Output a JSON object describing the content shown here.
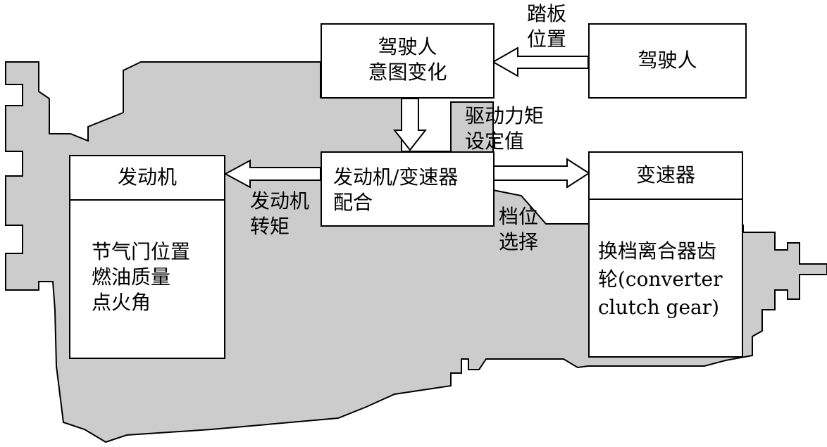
{
  "driver_intent": {
    "line1": "驾驶人",
    "line2": "意图变化"
  },
  "driver": {
    "label": "驾驶人"
  },
  "pedal_position": {
    "line1": "踏板",
    "line2": "位置"
  },
  "drive_torque_setpoint": {
    "line1": "驱动力矩",
    "line2": "设定值"
  },
  "coordination": {
    "line1": "发动机/变速器",
    "line2": "配合"
  },
  "engine": {
    "title": "发动机",
    "items": [
      "节气门位置",
      "燃油质量",
      "点火角"
    ]
  },
  "engine_torque": {
    "line1": "发动机",
    "line2": "转矩"
  },
  "transmission": {
    "title": "变速器",
    "body_line1": "换档离合器齿",
    "body_line2": "轮(converter",
    "body_line3": "clutch gear)"
  },
  "gear_selection": {
    "line1": "档位",
    "line2": "选择"
  },
  "colors": {
    "housing_fill": "#cccccc",
    "stroke": "#000000",
    "box_fill": "#ffffff"
  }
}
